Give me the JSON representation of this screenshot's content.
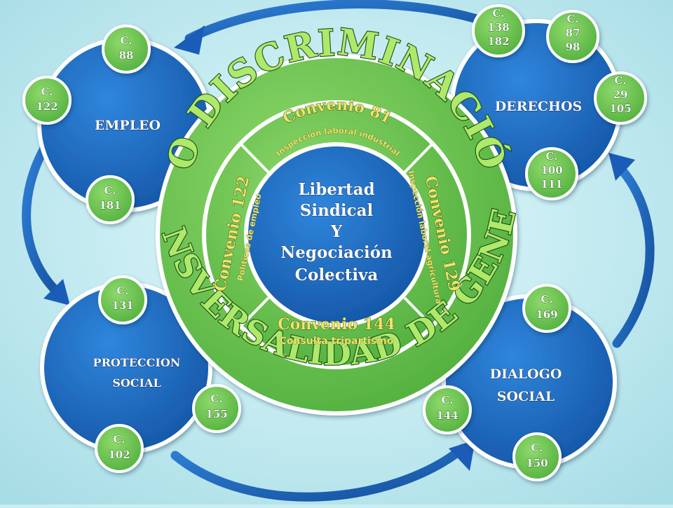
{
  "center": {
    "lines": [
      "Libertad",
      "Sindical",
      "Y",
      "Negociación",
      "Colectiva"
    ]
  },
  "outer_ring": {
    "top_text": "NO DISCRIMINACIÓN",
    "bottom_text": "TRANSVERSALIDAD DE GENERO"
  },
  "conventions": {
    "top": {
      "title": "Convenio 81",
      "subtitle": "Inspección laboral industrial"
    },
    "right": {
      "title": "Convenio 129",
      "subtitle": "Inspección laboral agricultura"
    },
    "bottom": {
      "title": "Convenio 144",
      "subtitle": "Consulta tripartismo"
    },
    "left": {
      "title": "Convenio 122",
      "subtitle": "Políticas de empleo"
    }
  },
  "nodes": {
    "empleo": {
      "label": "EMPLEO"
    },
    "derechos": {
      "label": "DERECHOS"
    },
    "proteccion": {
      "line1": "PROTECCION",
      "line2": "SOCIAL"
    },
    "dialogo": {
      "line1": "DIALOGO",
      "line2": "SOCIAL"
    }
  },
  "badges": {
    "c88": [
      "C.",
      "88"
    ],
    "c122": [
      "C.",
      "122"
    ],
    "c181": [
      "C.",
      "181"
    ],
    "c138": [
      "C.",
      "138",
      "182"
    ],
    "c87": [
      "C.",
      "87",
      "98"
    ],
    "c29": [
      "C.",
      "29",
      "105"
    ],
    "c100": [
      "C.",
      "100",
      "111"
    ],
    "c131": [
      "C.",
      "131"
    ],
    "c155": [
      "C.",
      "155"
    ],
    "c102": [
      "C.",
      "102"
    ],
    "c169": [
      "C.",
      "169"
    ],
    "c144": [
      "C.",
      "144"
    ],
    "c150": [
      "C.",
      "150"
    ]
  },
  "colors": {
    "background": "#c9eef2",
    "node_blue": "#1f6fc8",
    "ring_green": "#7cc85a",
    "badge_green": "#5cbf45",
    "convention_text": "#f2e26b",
    "arrow_blue": "#1a5cb8"
  }
}
